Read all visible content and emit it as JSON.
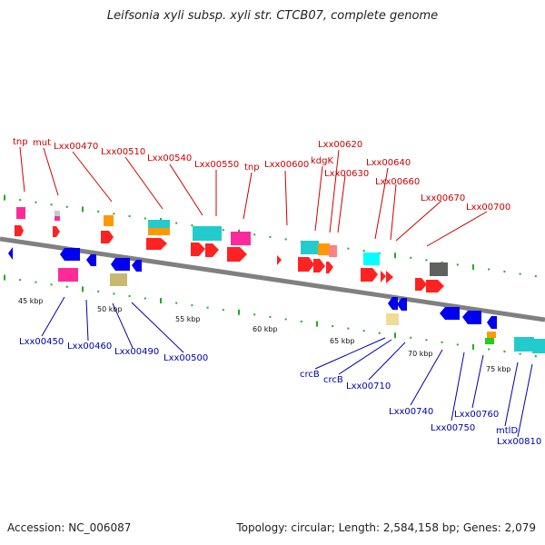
{
  "title": "Leifsonia xyli subsp. xyli str. CTCB07, complete genome",
  "accession": "Accession: NC_006087",
  "topology": "Topology: circular; Length: 2,584,158 bp; Genes: 2,079",
  "colors": {
    "forward_label": "#cc0000",
    "reverse_label": "#0000aa",
    "backbone": "#808080",
    "tick": "#22aa22"
  },
  "scale_labels": [
    "45 kbp",
    "50 kbp",
    "55 kbp",
    "60 kbp",
    "65 kbp",
    "70 kbp",
    "75 kbp"
  ],
  "forward_labels": [
    "tnp",
    "mut",
    "Lxx00470",
    "Lxx00510",
    "Lxx00540",
    "Lxx00550",
    "tnp",
    "Lxx00600",
    "Lxx00620",
    "kdgK",
    "Lxx00630",
    "Lxx00640",
    "Lxx00660",
    "Lxx00670",
    "Lxx00700"
  ],
  "reverse_labels": [
    "Lxx00450",
    "Lxx00460",
    "Lxx00490",
    "Lxx00500",
    "crcB",
    "crcB",
    "Lxx00710",
    "Lxx00740",
    "Lxx00750",
    "Lxx00760",
    "mtlD",
    "Lxx00810"
  ]
}
